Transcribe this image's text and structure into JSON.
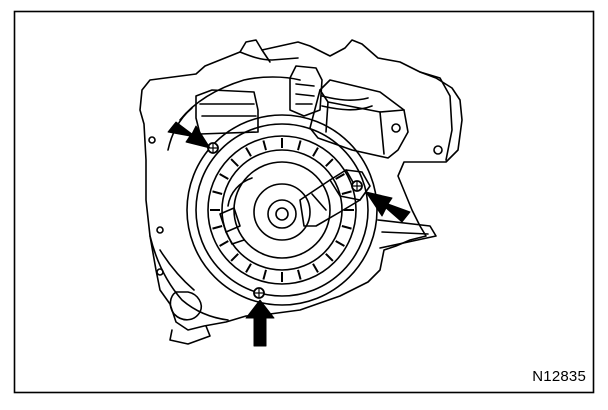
{
  "figure": {
    "id_label": "N12835",
    "line_color": "#000000",
    "background_color": "#ffffff",
    "callouts": [
      {
        "name": "screw-callout-upper-left",
        "target": "screw-upper-left",
        "direction": "down-right"
      },
      {
        "name": "screw-callout-right",
        "target": "screw-right",
        "direction": "up-left"
      },
      {
        "name": "screw-callout-bottom",
        "target": "screw-bottom",
        "direction": "up"
      }
    ]
  }
}
